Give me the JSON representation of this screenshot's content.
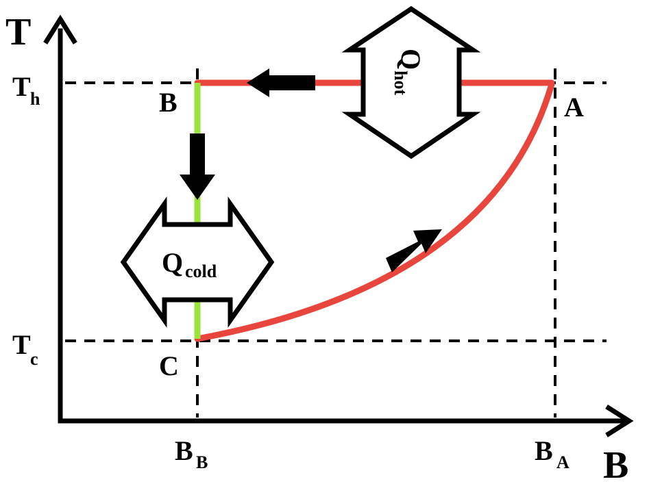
{
  "axes": {
    "y_title": "T",
    "x_title": "B"
  },
  "temperatures": {
    "hot": {
      "main": "T",
      "sub": "h"
    },
    "cold": {
      "main": "T",
      "sub": "c"
    }
  },
  "fields": {
    "b": {
      "main": "B",
      "sub": "B"
    },
    "a": {
      "main": "B",
      "sub": "A"
    }
  },
  "points": {
    "a": "A",
    "b": "B",
    "c": "C"
  },
  "heat": {
    "hot": {
      "main": "Q",
      "sub": "hot"
    },
    "cold": {
      "main": "Q",
      "sub": "cold"
    }
  },
  "colors": {
    "hot_path": "#e8453c",
    "cold_path": "#9be23a",
    "ink": "#000000"
  }
}
